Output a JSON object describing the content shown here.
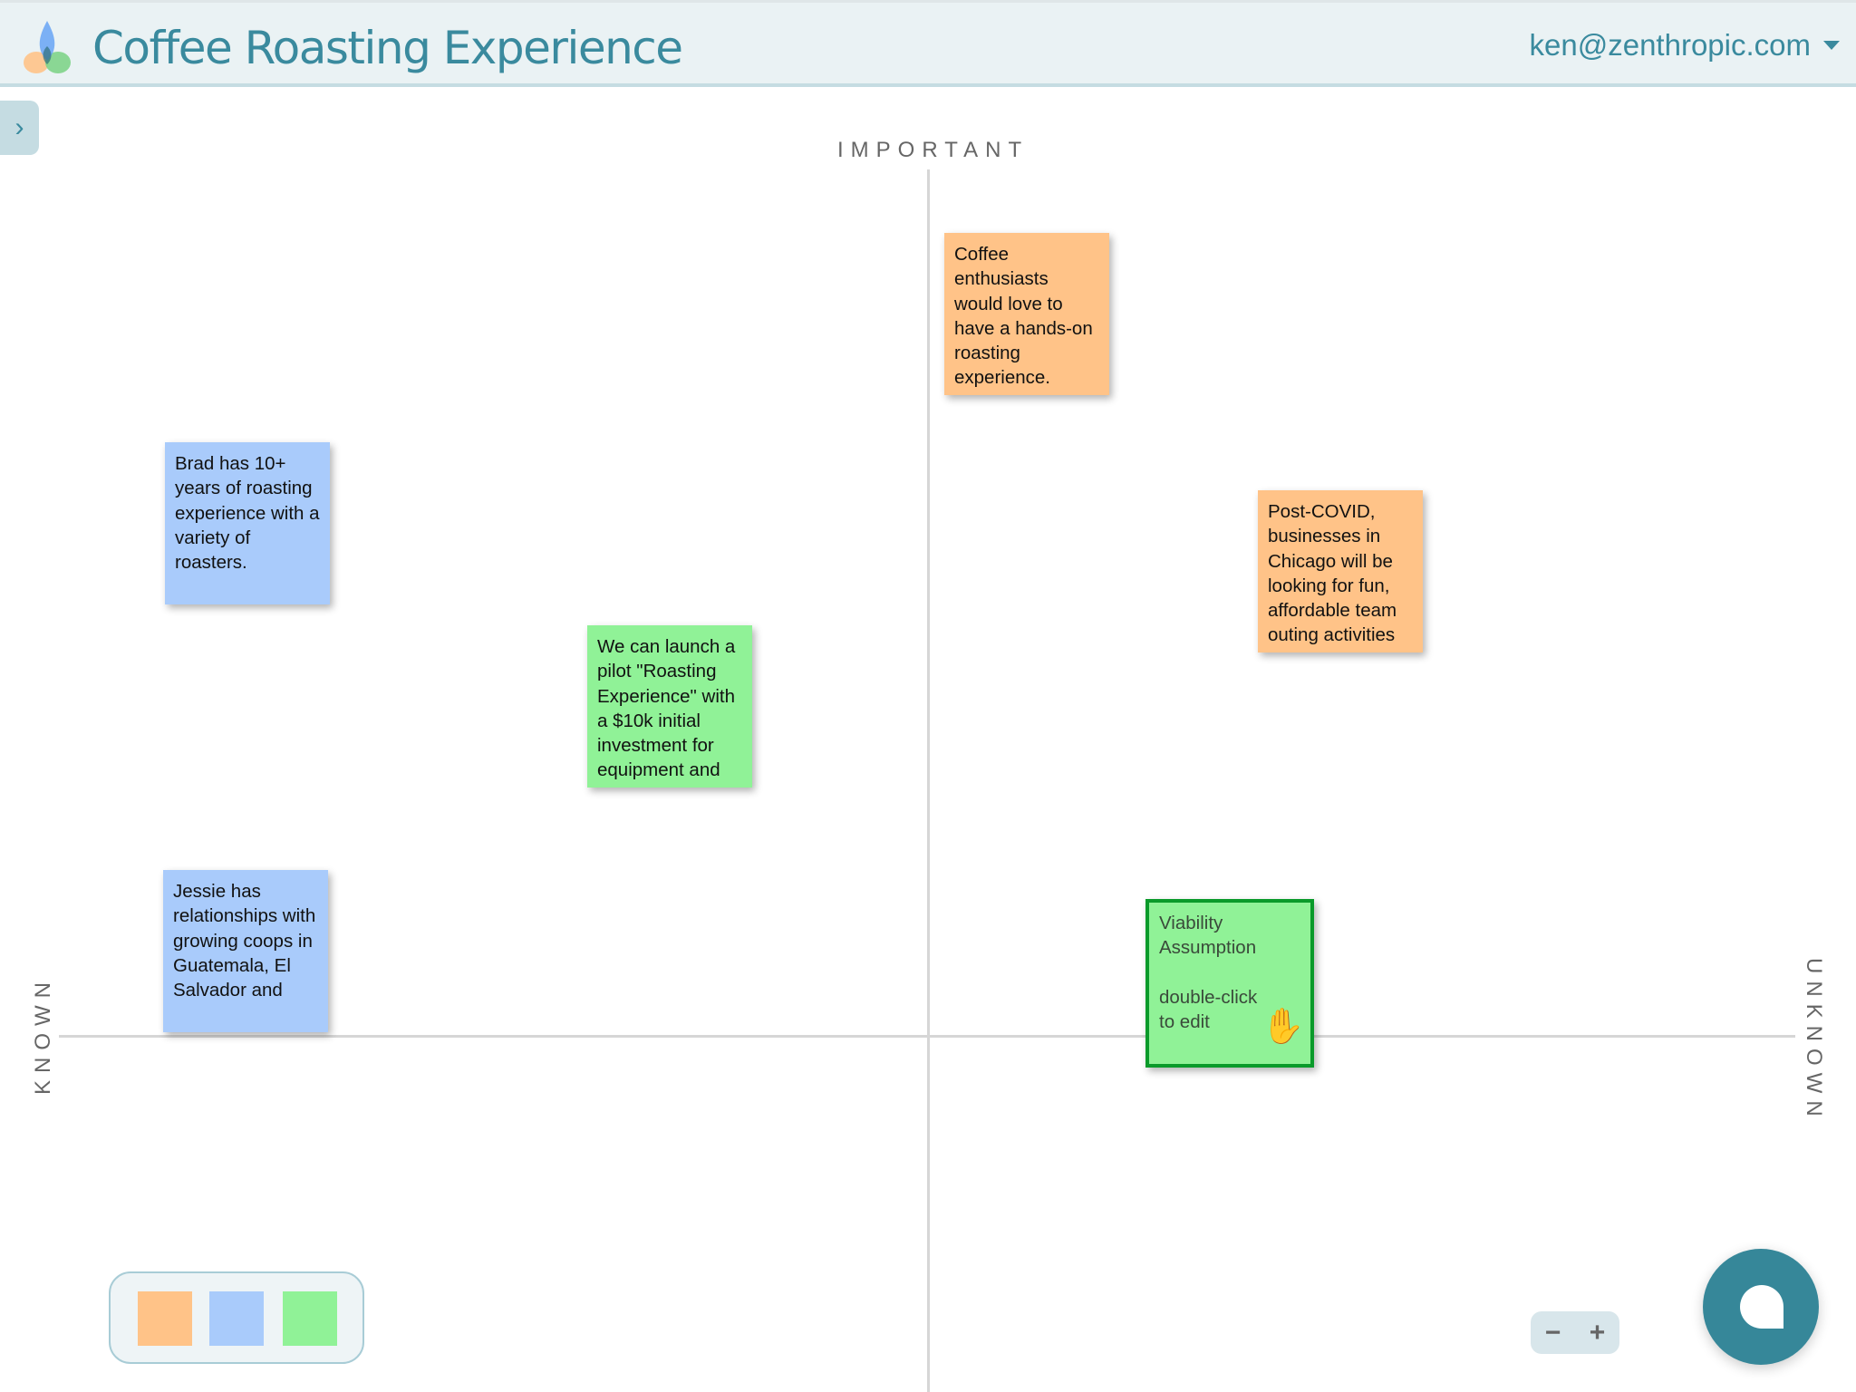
{
  "header": {
    "title": "Coffee Roasting Experience",
    "user_email": "ken@zenthropic.com"
  },
  "sidebar": {
    "toggle_icon": "›"
  },
  "axes": {
    "top": "IMPORTANT",
    "left": "KNOWN",
    "right": "UNKNOWN"
  },
  "notes": [
    {
      "text": "Coffee enthusiasts would love to have a hands-on roasting experience.",
      "color": "#ffc388"
    },
    {
      "text": "Brad has 10+ years of roasting experience with a variety of roasters.",
      "color": "#a9cbfb"
    },
    {
      "text": "We can launch a pilot \"Roasting Experience\" with a $10k initial investment for equipment and",
      "color": "#90f297"
    },
    {
      "text": "Post-COVID, businesses in Chicago will be looking for fun, affordable team outing activities",
      "color": "#ffc388"
    },
    {
      "text": "Jessie has relationships with growing coops in Guatemala, El Salvador and",
      "color": "#a9cbfb"
    },
    {
      "title": "Viability Assumption",
      "hint": "double-click to edit",
      "color": "#90f297",
      "selected": true
    }
  ],
  "palette": {
    "colors": [
      "#ffc388",
      "#a9cbfb",
      "#90f297"
    ]
  },
  "zoom": {
    "minus": "−",
    "plus": "+"
  },
  "colors": {
    "accent": "#3a8a9e",
    "selected_border": "#0a9a2a"
  }
}
